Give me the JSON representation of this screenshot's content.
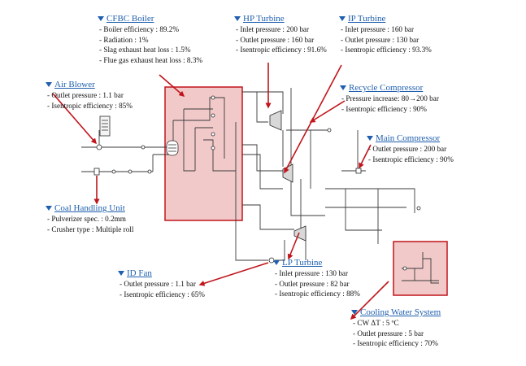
{
  "colors": {
    "title": "#1f5fae",
    "arrow": "#c0151b",
    "highlight_fill": "#f2c9c9",
    "highlight_stroke": "#c0151b",
    "line": "#3a3a3a"
  },
  "components": {
    "cfbc_boiler": {
      "title": "CFBC Boiler",
      "items": [
        "- Boiler efficiency : 89.2%",
        "- Radiation : 1%",
        "- Slag exhaust heat loss : 1.5%",
        "- Flue gas exhaust heat loss : 8.3%"
      ]
    },
    "hp_turbine": {
      "title": "HP Turbine",
      "items": [
        "- Inlet pressure : 200 bar",
        "- Outlet pressure : 160 bar",
        "- Isentropic efficiency : 91.6%"
      ]
    },
    "ip_turbine": {
      "title": "IP Turbine",
      "items": [
        "- Inlet pressure : 160 bar",
        "- Outlet pressure : 130 bar",
        "- Isentropic efficiency : 93.3%"
      ]
    },
    "air_blower": {
      "title": "Air Blower",
      "items": [
        "- Outlet pressure : 1.1 bar",
        "- Isentropic efficiency : 85%"
      ]
    },
    "recycle_compressor": {
      "title": "Recycle Compressor",
      "items": [
        "- Pressure increase: 80→200 bar",
        "- Isentropic efficiency : 90%"
      ]
    },
    "main_compressor": {
      "title": "Main Compressor",
      "items": [
        "- Outlet pressure : 200 bar",
        "- Isentropic efficiency : 90%"
      ]
    },
    "coal_handling": {
      "title": "Coal Handling Unit",
      "items": [
        "- Pulverizer spec. : 0.2mm",
        "- Crusher type : Multiple roll"
      ]
    },
    "id_fan": {
      "title": "ID Fan",
      "items": [
        "- Outlet pressure : 1.1 bar",
        "- Isentropic efficiency : 65%"
      ]
    },
    "lp_turbine": {
      "title": "LP Turbine",
      "items": [
        "- Inlet pressure : 130 bar",
        "- Outlet pressure : 82 bar",
        "- Isentropic efficiency : 88%"
      ]
    },
    "cooling_water": {
      "title": "Cooling Water System",
      "items": [
        "- CW ΔT : 5 ºC",
        "- Outlet pressure : 5 bar",
        "- Isentropic efficiency : 70%"
      ]
    }
  }
}
